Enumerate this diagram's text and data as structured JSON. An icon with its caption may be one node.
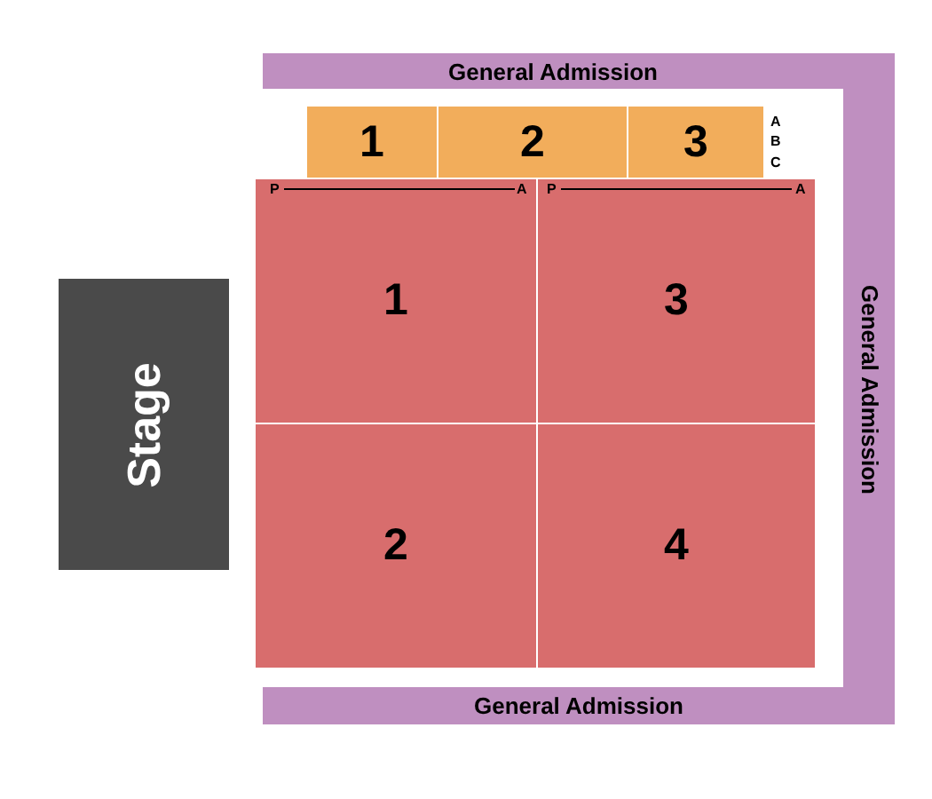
{
  "diagram": {
    "nodes": [
      {
        "text": [
          "General Admission"
        ]
      },
      {
        "text": [
          "1"
        ]
      },
      {
        "text": [
          "2"
        ]
      },
      {
        "text": [
          "3"
        ]
      },
      {
        "text": [
          "1"
        ]
      },
      {
        "text": [
          "3"
        ]
      },
      {
        "text": [
          "General Admission"
        ]
      },
      {
        "text": [
          "Stage"
        ]
      },
      {
        "text": [
          "2"
        ]
      },
      {
        "text": [
          "4"
        ]
      },
      {
        "text": [
          "General Admission"
        ]
      }
    ],
    "edges": [],
    "labels": [
      "A",
      "B",
      "C",
      "P",
      "A",
      "P",
      "A"
    ]
  }
}
